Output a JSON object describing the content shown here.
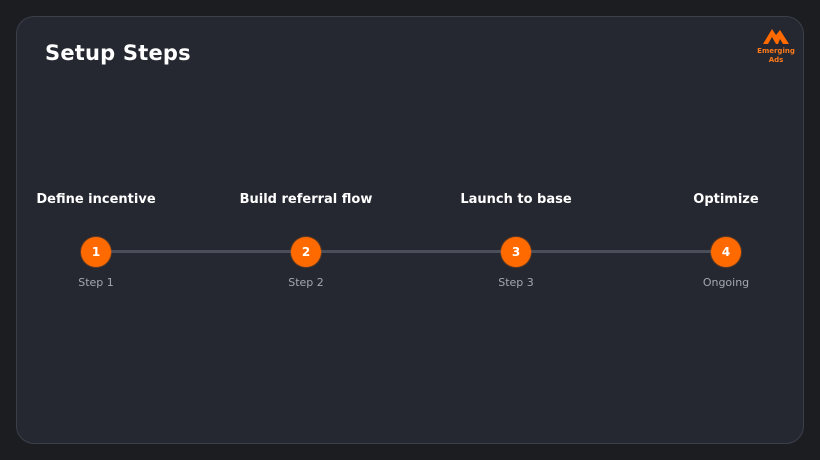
{
  "header": {
    "title": "Setup Steps"
  },
  "brand": {
    "icon": "mountain-logo-icon",
    "line1": "Emerging",
    "line2": "Ads"
  },
  "colors": {
    "accent": "#ff6a00",
    "background": "#252831",
    "line": "#4a4e59"
  },
  "steps": [
    {
      "label": "Define incentive",
      "number": "1",
      "sub": "Step 1"
    },
    {
      "label": "Build referral flow",
      "number": "2",
      "sub": "Step 2"
    },
    {
      "label": "Launch to base",
      "number": "3",
      "sub": "Step 3"
    },
    {
      "label": "Optimize",
      "number": "4",
      "sub": "Ongoing"
    }
  ]
}
